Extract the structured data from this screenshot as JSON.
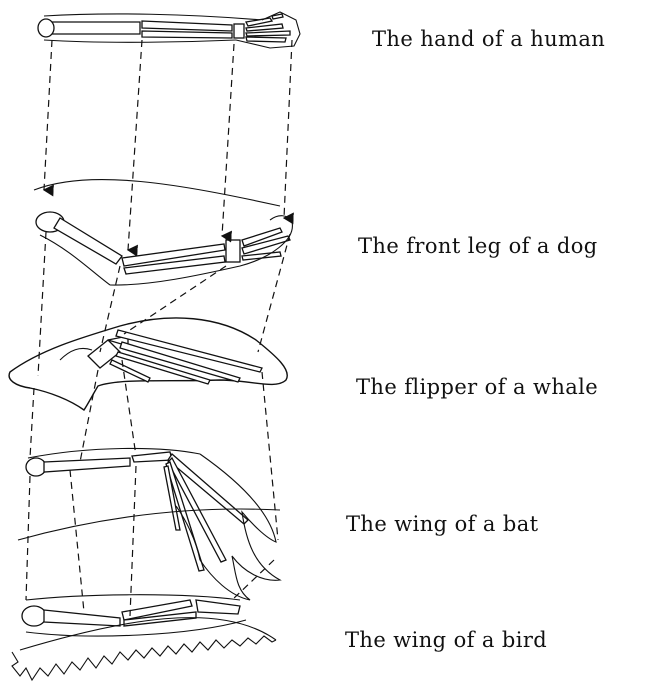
{
  "labels": {
    "human": "The hand of a human",
    "dog": "The front leg of a dog",
    "whale": "The flipper of a whale",
    "bat": "The wing of a bat",
    "bird": "The wing of a bird"
  },
  "colors": {
    "ink": "#111111",
    "background": "#ffffff"
  }
}
